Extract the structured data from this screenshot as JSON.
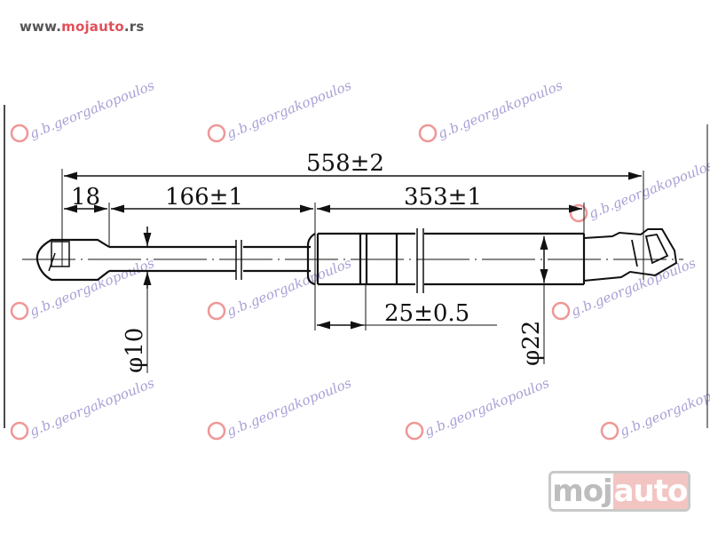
{
  "site": {
    "prefix": "www.",
    "brand": "mojauto",
    "suffix": ".rs"
  },
  "drawing": {
    "overall_length": "558±2",
    "eye_length": "18",
    "rod_length": "166±1",
    "cylinder_length": "353±1",
    "band_length": "25±0.5",
    "rod_diameter": "φ10",
    "cylinder_diameter": "φ22"
  },
  "watermark": "g.b.georgakopoulos",
  "logo": {
    "part1": "moj",
    "part2": "auto"
  },
  "colors": {
    "brand_red": "#e0505a",
    "line": "#111111",
    "watermark": "#8d7fc8"
  }
}
